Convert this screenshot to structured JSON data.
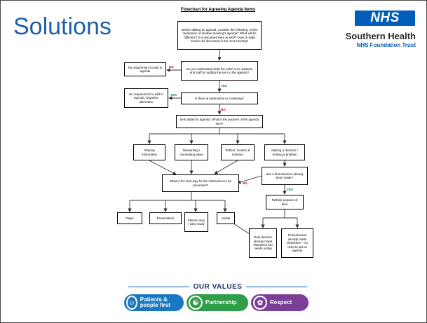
{
  "slide": {
    "title": "Solutions"
  },
  "branding": {
    "logo_text": "NHS",
    "org_name": "Southern Health",
    "org_sub": "NHS Foundation Trust",
    "brand_color": "#005eb8"
  },
  "flowchart": {
    "title": "Flowchart for Agreeing Agenda Items",
    "nodes": {
      "start": "Before adding an agenda, consider the following: Is this duplication of another meeting's agenda? What will be different if it is discussed here as well? Does it really need to be discussed in the next meeting?",
      "value_question": "Do you understand what the value is for patients and staff by adding the item to the agenda?",
      "no_req_1": "No requirement to add to agenda",
      "alt_question": "Is there an alternative to a meeting?",
      "no_req_2": "No requirement to add to agenda. Organise alternative",
      "item_added": "Item added to agenda. What is the purpose of the agenda item?",
      "sharing": "Sharing information",
      "networking": "Networking / Generating ideas",
      "reflect": "Reflect, monitor & improve",
      "decision": "Making a decision / Solving a problem",
      "best_way": "What is the best way for the information to be presented?",
      "final_decision_q": "Has a final decision already been made?",
      "rethink": "Rethink purpose of item",
      "paper": "Paper",
      "presentation": "Presentation",
      "patient_story": "Patient story / case study",
      "verbal": "Verbal",
      "fd_noting": "Final decision already made elsewhere but needs noting",
      "fd_no_need": "Final decision already made elsewhere – no need to put on agenda"
    },
    "labels": {
      "no": "NO",
      "yes": "YES"
    }
  },
  "values": {
    "heading": "OUR VALUES",
    "items": [
      {
        "label": "Patients & people first",
        "color": "#1a78c2",
        "icon": "people-icon"
      },
      {
        "label": "Partnership",
        "color": "#2e9e48",
        "icon": "handshake-icon"
      },
      {
        "label": "Respect",
        "color": "#7b3f98",
        "icon": "respect-icon"
      }
    ]
  }
}
